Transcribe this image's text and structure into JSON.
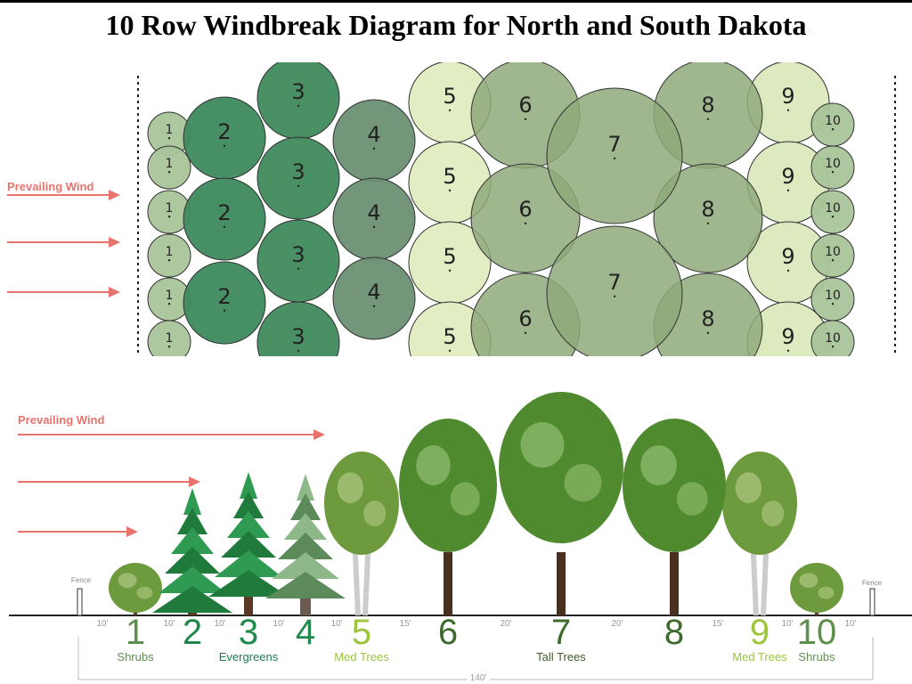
{
  "title": "10 Row Windbreak Diagram for North and South Dakota",
  "wind_label": "Prevailing Wind",
  "fence_label": "Fence",
  "total_width": "140'",
  "rows": [
    {
      "num": "1",
      "color": "#5e8f4c",
      "fill": "#a9c49a",
      "count": 6
    },
    {
      "num": "2",
      "color": "#1f8a4c",
      "fill": "#3d8a5e",
      "count": 3
    },
    {
      "num": "3",
      "color": "#1f8a4c",
      "fill": "#3f8a5c",
      "count": 4
    },
    {
      "num": "4",
      "color": "#1f8a4c",
      "fill": "#6b8f73",
      "count": 3
    },
    {
      "num": "5",
      "color": "#9cc43c",
      "fill": "#e0ecc0",
      "count": 4
    },
    {
      "num": "6",
      "color": "#3d6b2c",
      "fill": "#8fa97a",
      "count": 3
    },
    {
      "num": "7",
      "color": "#3d6b2c",
      "fill": "#8fa97a",
      "count": 2
    },
    {
      "num": "8",
      "color": "#3d6b2c",
      "fill": "#8fa97a",
      "count": 3
    },
    {
      "num": "9",
      "color": "#9cc43c",
      "fill": "#dbe9bd",
      "count": 4
    },
    {
      "num": "10",
      "color": "#5e8f4c",
      "fill": "#a9c49a",
      "count": 6
    }
  ],
  "spacings": [
    "10'",
    "10'",
    "10'",
    "10'",
    "10'",
    "15'",
    "20'",
    "20'",
    "15'",
    "10'",
    "10'"
  ],
  "categories": [
    {
      "label": "Shrubs",
      "color": "#5e8f4c"
    },
    {
      "label": "Evergreens",
      "color": "#1f7a4c"
    },
    {
      "label": "Med Trees",
      "color": "#9cc43c"
    },
    {
      "label": "Tall Trees",
      "color": "#3d5a2c"
    },
    {
      "label": "Med Trees",
      "color": "#9cc43c"
    },
    {
      "label": "Shrubs",
      "color": "#5e8f4c"
    }
  ]
}
